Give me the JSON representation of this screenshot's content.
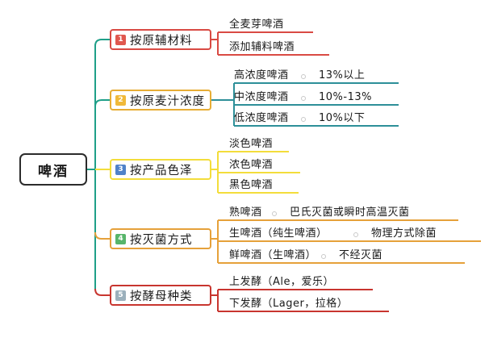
{
  "root": {
    "label": "啤酒"
  },
  "branches": [
    {
      "num": "1",
      "label": "按原辅材料",
      "color": "#d94a43",
      "line_color": "#d94a43",
      "badge_color": "#e0584f",
      "leaves": [
        {
          "text": "全麦芽啤酒"
        },
        {
          "text": "添加辅料啤酒"
        }
      ]
    },
    {
      "num": "2",
      "label": "按原麦汁浓度",
      "color": "#e7ad35",
      "line_color": "#2d8f98",
      "badge_color": "#f0b93a",
      "leaves": [
        {
          "text": "高浓度啤酒",
          "value": "13%以上"
        },
        {
          "text": "中浓度啤酒",
          "value": "10%-13%"
        },
        {
          "text": "低浓度啤酒",
          "value": "10%以下"
        }
      ]
    },
    {
      "num": "3",
      "label": "按产品色泽",
      "color": "#f3dd3b",
      "line_color": "#f3dd3b",
      "badge_color": "#4f82c9",
      "leaves": [
        {
          "text": "淡色啤酒"
        },
        {
          "text": "浓色啤酒"
        },
        {
          "text": "黑色啤酒"
        }
      ]
    },
    {
      "num": "4",
      "label": "按灭菌方式",
      "color": "#e6a13a",
      "line_color": "#e6a13a",
      "badge_color": "#57b56a",
      "leaves": [
        {
          "text": "熟啤酒",
          "value": "巴氏灭菌或瞬时高温灭菌"
        },
        {
          "text": "生啤酒（纯生啤酒）",
          "value": "物理方式除菌"
        },
        {
          "text": "鲜啤酒（生啤酒）",
          "value": "不经灭菌"
        }
      ]
    },
    {
      "num": "5",
      "label": "按酵母种类",
      "color": "#c8352f",
      "line_color": "#c8352f",
      "badge_color": "#9bb0bc",
      "leaves": [
        {
          "text": "上发酵（Ale，爱乐）"
        },
        {
          "text": "下发酵（Lager，拉格）"
        }
      ]
    }
  ],
  "colors": {
    "trunk": "#1f9f88",
    "root_border": "#2b2b2b"
  }
}
